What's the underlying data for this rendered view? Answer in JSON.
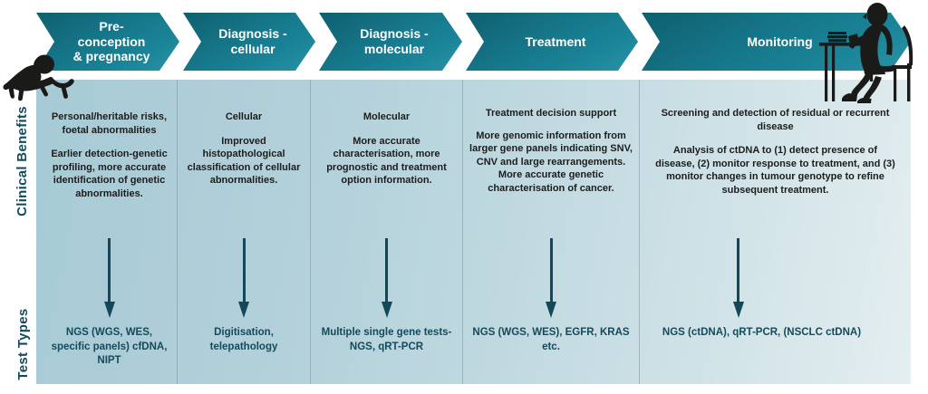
{
  "axis": {
    "clinical_benefits_label": "Clinical Benefits",
    "test_types_label": "Test Types"
  },
  "colors": {
    "chevron_dark": "#0e5f6e",
    "chevron_light": "#2d93a6",
    "panel_left": "#a6cbd6",
    "panel_right": "#e3eef0",
    "arrow": "#13475a",
    "test_type_text": "#134b5b",
    "benefit_text": "#1d1d1b",
    "silhouette": "#1a1a18"
  },
  "stages": [
    {
      "chevron_label_line1": "Pre-conception",
      "chevron_label_line2": "& pregnancy",
      "benefit_heading": "Personal/heritable risks, foetal abnormalities",
      "benefit_body": "Earlier detection-genetic profiling, more accurate identification of genetic abnormalities.",
      "test_types": "NGS (WGS, WES, specific panels) cfDNA, NIPT"
    },
    {
      "chevron_label_line1": "Diagnosis -",
      "chevron_label_line2": "cellular",
      "benefit_heading": "Cellular",
      "benefit_body": "Improved histopathological classification of cellular abnormalities.",
      "test_types": "Digitisation, telepathology"
    },
    {
      "chevron_label_line1": "Diagnosis -",
      "chevron_label_line2": "molecular",
      "benefit_heading": "Molecular",
      "benefit_body": "More accurate characterisation, more prognostic and treatment option information.",
      "test_types": "Multiple single gene tests-NGS, qRT-PCR"
    },
    {
      "chevron_label_line1": "Treatment",
      "chevron_label_line2": "",
      "benefit_heading": "Treatment decision support",
      "benefit_body": "More genomic information from larger gene panels indicating  SNV, CNV and large rearrangements. More accurate genetic characterisation of cancer.",
      "test_types": "NGS (WGS, WES), EGFR, KRAS etc."
    },
    {
      "chevron_label_line1": "Monitoring",
      "chevron_label_line2": "",
      "benefit_heading": "Screening and detection of residual or recurrent disease",
      "benefit_body": "Analysis of ctDNA to (1) detect presence of disease, (2) monitor response to treatment, and (3) monitor changes in tumour genotype to refine subsequent treatment.",
      "test_types": "NGS (ctDNA), qRT-PCR, (NSCLC ctDNA)"
    }
  ],
  "icons": {
    "baby": "crawling-baby-silhouette",
    "reader": "seated-person-at-desk-silhouette",
    "flow_arrow": "down-arrow"
  }
}
